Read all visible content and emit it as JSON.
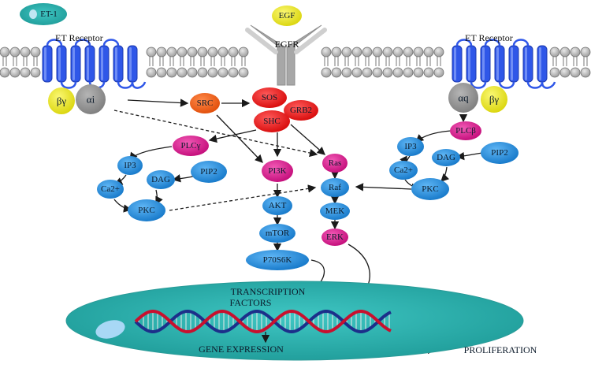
{
  "colors": {
    "receptor_blue": "#2f57e8",
    "membrane_gray": "#b8b8b8",
    "node_blue": "#1f8fe0",
    "node_magenta": "#e0108c",
    "node_red": "#ee1010",
    "node_orange": "#f05a10",
    "node_yellow": "#e7e310",
    "node_gray": "#8f8f8f",
    "nucleus_teal": "#2bb3b0",
    "egfr_gray": "#a7a7a7"
  },
  "ligands": {
    "et1": "ET-1",
    "egf": "EGF"
  },
  "receptors": {
    "et_left": "ET Receptor",
    "egfr": "EGFR",
    "et_right": "ET Receptor"
  },
  "g_proteins": {
    "left_beta_gamma": "βγ",
    "left_alpha": "αi",
    "right_alpha": "αq",
    "right_beta_gamma": "βγ"
  },
  "nodes": {
    "src": "SRC",
    "sos": "SOS",
    "grb2": "GRB2",
    "shc": "SHC",
    "plc_left": "PLCγ",
    "ip3_left": "IP3",
    "pip2_left": "PIP2",
    "dag_left": "DAG",
    "ca_left": "Ca2+",
    "pkc_left": "PKC",
    "pi3k": "PI3K",
    "akt": "AKT",
    "mtor": "mTOR",
    "p70s6k": "P70S6K",
    "ras": "Ras",
    "raf": "Raf",
    "mek": "MEK",
    "erk": "ERK",
    "plc_right": "PLCβ",
    "ip3_right": "IP3",
    "pip2_right": "PIP2",
    "dag_right": "DAG",
    "ca_right": "Ca2+",
    "pkc_right": "PKC"
  },
  "nucleus": {
    "title_line1": "TRANSCRIPTION",
    "title_line2": "FACTORS",
    "gene_expression": "GENE EXPRESSION"
  },
  "outcome": "PROLIFERATION"
}
